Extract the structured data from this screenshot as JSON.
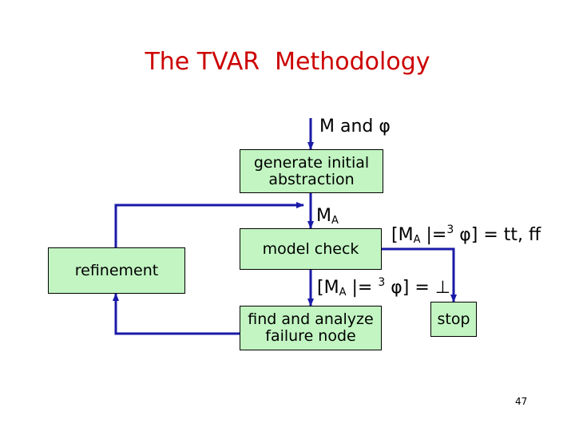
{
  "title": "The TVAR  Methodology",
  "input_label": "M and φ",
  "boxes": {
    "generate": "generate  initial\nabstraction",
    "model_check": "model check",
    "refinement": "refinement",
    "find_analyze": "find and analyze\nfailure node",
    "stop": "stop"
  },
  "labels": {
    "ma_base": "M",
    "ma_sub": "A",
    "result_tt": {
      "open": "[M",
      "sub": "A",
      "mid": " |=",
      "sup": "3",
      "tail": " φ] = tt, ff"
    },
    "result_bottom": {
      "open": "[M",
      "sub": "A",
      "mid": " |= ",
      "sup": "3",
      "tail": " φ] = ⊥"
    }
  },
  "page_number": "47",
  "colors": {
    "title": "#cc0000",
    "box_fill": "#c2f5c2",
    "arrow": "#1a1aa8"
  }
}
